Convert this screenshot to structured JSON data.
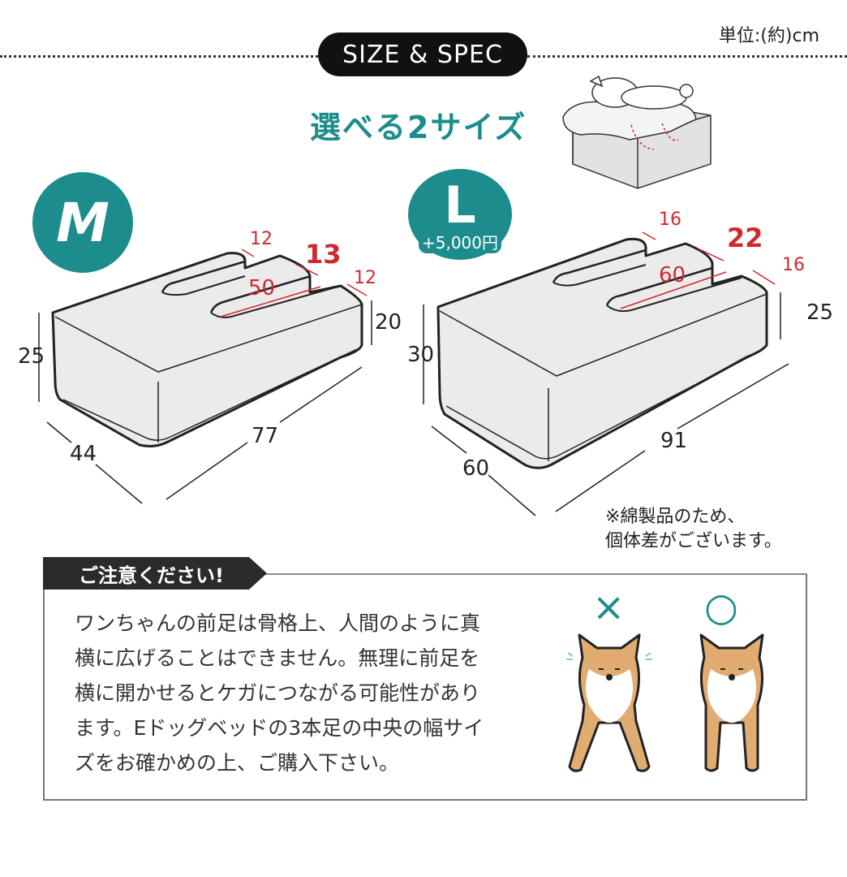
{
  "header": {
    "unit_label": "単位:(約)cm",
    "section_title": "SIZE & SPEC",
    "headline": "選べる2サイズ"
  },
  "colors": {
    "accent_teal": "#1c8d8c",
    "dimension_red": "#d1282d",
    "caution_tab_bg": "#2b2b2b"
  },
  "sizes": [
    {
      "name": "M",
      "price_extra": "",
      "dimensions": {
        "outer_height": "25",
        "leg_height": "20",
        "depth": "44",
        "length": "77",
        "leg_length": "50",
        "side_leg_width_left": "12",
        "center_leg_width": "13",
        "side_leg_width_right": "12"
      }
    },
    {
      "name": "L",
      "price_extra": "+5,000円",
      "dimensions": {
        "outer_height": "30",
        "leg_height": "25",
        "depth": "60",
        "length": "91",
        "leg_length": "60",
        "side_leg_width_left": "16",
        "center_leg_width": "22",
        "side_leg_width_right": "16"
      }
    }
  ],
  "note": {
    "line1": "※綿製品のため、",
    "line2": "個体差がございます。"
  },
  "caution": {
    "title": "ご注意ください!",
    "lines": [
      "ワンちゃんの前足は骨格上、人間のように真",
      "横に広げることはできません。無理に前足を",
      "横に開かせるとケガにつながる可能性があり",
      "ます。Eドッグベッドの3本足の中央の幅サイ",
      "ズをお確かめの上、ご購入下さい。"
    ],
    "bad_mark": "×",
    "good_mark": "○"
  }
}
